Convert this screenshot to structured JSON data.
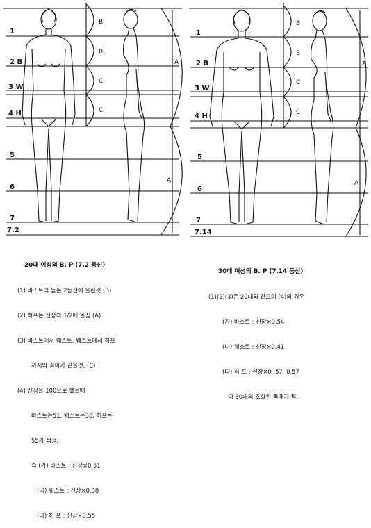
{
  "left_panel": {
    "level_labels": [
      "1",
      "2 B",
      "3 W",
      "4 H",
      "5",
      "6",
      "7",
      "7.2"
    ],
    "arc_labels": [
      "B",
      "B",
      "C",
      "C",
      "A",
      "A"
    ],
    "caption": {
      "title": "20대 여성의 B. P (7.2 등신)",
      "lines": [
        "(1) 바스트의 높은 2등신에 올린것 (B)",
        "(2) 히프는 신장의 1/2에 올짐 (A)",
        "(3) 바스트에서 웨스트, 웨스트에서 히프",
        "까지의 길이가 같을것. (C)",
        "(4) 신장을 100으로 했을때",
        "바스트는51, 웨스트는38, 히프는",
        "55가 적정.",
        "즉 (가) 바스트 : 신장×0.51",
        "(나) 웨스트 : 신장×0.38",
        "(다) 히 프 : 신장×0.55"
      ]
    }
  },
  "right_panel": {
    "level_labels": [
      "1",
      "2 B",
      "3 W",
      "4 H",
      "5",
      "6",
      "7",
      "7.14"
    ],
    "arc_labels": [
      "B",
      "B",
      "C",
      "C",
      "A",
      "A"
    ],
    "caption": {
      "title": "30대 여성의 B. P (7.14 등신)",
      "lines": [
        "(1)(2)(3)은 20대와 같으며 (4)의 경우",
        "(가) 바스트 : 신장×0.54",
        "(나) 웨스트 : 신장×0.41",
        "(다) 히 프 : 신장×0 .57  0.57",
        "이 30대의 조화된 몸매가 됨."
      ]
    }
  }
}
